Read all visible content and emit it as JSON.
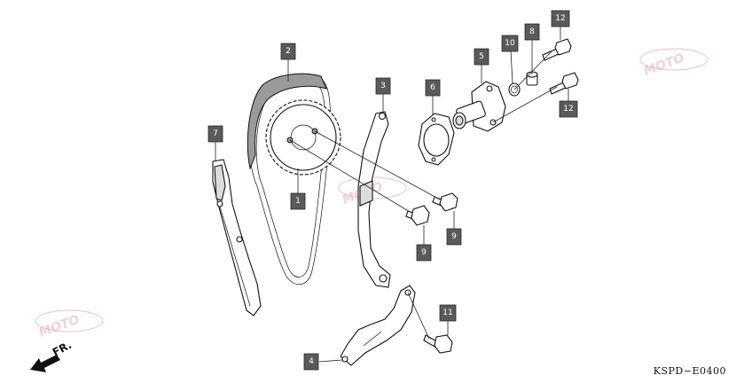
{
  "callouts": {
    "c1": "1",
    "c2": "2",
    "c3": "3",
    "c4": "4",
    "c5": "5",
    "c6": "6",
    "c7": "7",
    "c8": "8",
    "c9a": "9",
    "c9b": "9",
    "c10": "10",
    "c11": "11",
    "c12a": "12",
    "c12b": "12"
  },
  "front_indicator": "FR.",
  "diagram_code": "KSPD−E0400",
  "watermark_text": "MOTO"
}
